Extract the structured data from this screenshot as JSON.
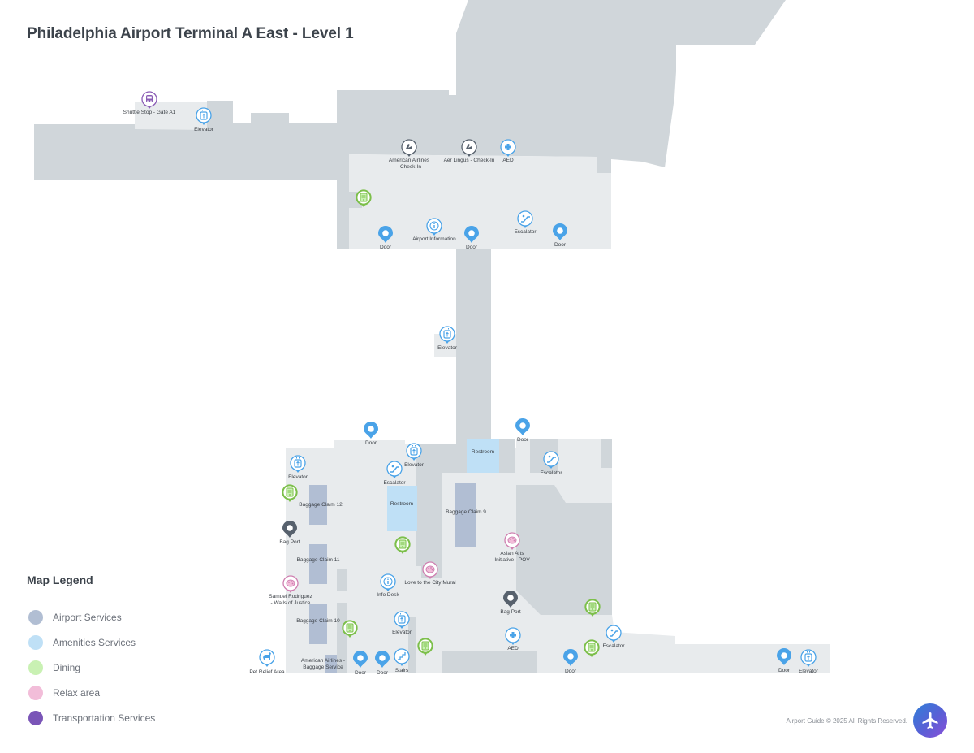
{
  "header": {
    "title": "Philadelphia Airport Terminal A East - Level 1"
  },
  "colors": {
    "corridor": "#d0d6da",
    "floor": "#e8ebed",
    "airport_services": "#b1bed3",
    "amenities": "#bfe0f6",
    "dining": "#c9f1b3",
    "relax": "#f2bdd9",
    "transport": "#7a55b7",
    "pin_blue": "#4aa3e8",
    "pin_dark": "#57616d",
    "pin_green": "#7cbf4a",
    "pin_pink": "#cf7fb0",
    "pin_purple": "#8a5cb5"
  },
  "areas": [
    {
      "id": "bc12",
      "label": "Baggage Claim 12",
      "category": "airport_services"
    },
    {
      "id": "bc11",
      "label": "Baggage Claim 11",
      "category": "airport_services"
    },
    {
      "id": "bc10",
      "label": "Baggage Claim 10",
      "category": "airport_services"
    },
    {
      "id": "bc9",
      "label": "Baggage Claim 9",
      "category": "airport_services"
    },
    {
      "id": "restroom1",
      "label": "Restroom",
      "category": "amenities"
    },
    {
      "id": "restroom2",
      "label": "Restroom",
      "category": "amenities"
    }
  ],
  "pois": [
    {
      "label": "Shuttle Stop - Gate A1",
      "icon": "bus-icon",
      "color": "purple"
    },
    {
      "label": "Elevator",
      "icon": "elevator-icon",
      "color": "blue"
    },
    {
      "label": "American Airlines",
      "label2": "- Check-In",
      "icon": "checkin-icon",
      "color": "dark"
    },
    {
      "label": "Aer Lingus - Check-In",
      "icon": "checkin-icon",
      "color": "dark"
    },
    {
      "label": "AED",
      "icon": "medical-cross-icon",
      "color": "blue"
    },
    {
      "label": "",
      "icon": "dining-icon",
      "color": "green"
    },
    {
      "label": "Door",
      "icon": "door-pin-icon",
      "color": "blue"
    },
    {
      "label": "Airport Information",
      "icon": "info-icon",
      "color": "blue"
    },
    {
      "label": "Door",
      "icon": "door-pin-icon",
      "color": "blue"
    },
    {
      "label": "Escalator",
      "icon": "escalator-icon",
      "color": "blue"
    },
    {
      "label": "Door",
      "icon": "door-pin-icon",
      "color": "blue"
    },
    {
      "label": "Elevator",
      "icon": "elevator-icon",
      "color": "blue"
    },
    {
      "label": "Door",
      "icon": "door-pin-icon",
      "color": "blue"
    },
    {
      "label": "Door",
      "icon": "door-pin-icon",
      "color": "blue"
    },
    {
      "label": "Elevator",
      "icon": "elevator-icon",
      "color": "blue"
    },
    {
      "label": "Elevator",
      "icon": "elevator-icon",
      "color": "blue"
    },
    {
      "label": "Escalator",
      "icon": "escalator-icon",
      "color": "blue"
    },
    {
      "label": "Escalator",
      "icon": "escalator-icon",
      "color": "blue"
    },
    {
      "label": "",
      "icon": "dining-icon",
      "color": "green"
    },
    {
      "label": "Bag Port",
      "icon": "bag-port-pin-icon",
      "color": "dark"
    },
    {
      "label": "",
      "icon": "dining-icon",
      "color": "green"
    },
    {
      "label": "Asian Arts",
      "label2": "Initiative - POV",
      "icon": "art-palette-icon",
      "color": "pink"
    },
    {
      "label": "Love to the City Mural",
      "icon": "art-palette-icon",
      "color": "pink"
    },
    {
      "label": "Samuel Rodriguez",
      "label2": "- Walls of Justice",
      "icon": "art-palette-icon",
      "color": "pink"
    },
    {
      "label": "Info Desk",
      "icon": "info-icon",
      "color": "blue"
    },
    {
      "label": "Bag Port",
      "icon": "bag-port-pin-icon",
      "color": "dark"
    },
    {
      "label": "",
      "icon": "dining-icon",
      "color": "green"
    },
    {
      "label": "Elevator",
      "icon": "elevator-icon",
      "color": "blue"
    },
    {
      "label": "",
      "icon": "dining-icon",
      "color": "green"
    },
    {
      "label": "AED",
      "icon": "medical-cross-icon",
      "color": "blue"
    },
    {
      "label": "Escalator",
      "icon": "escalator-icon",
      "color": "blue"
    },
    {
      "label": "",
      "icon": "dining-icon",
      "color": "green"
    },
    {
      "label": "",
      "icon": "dining-icon",
      "color": "green"
    },
    {
      "label": "Pet Relief Area",
      "icon": "pet-icon",
      "color": "blue"
    },
    {
      "label": "American Airlines -",
      "label2": "Baggage Service",
      "icon": "none",
      "color": "none"
    },
    {
      "label": "Door",
      "icon": "door-pin-icon",
      "color": "blue"
    },
    {
      "label": "Door",
      "icon": "door-pin-icon",
      "color": "blue"
    },
    {
      "label": "Stairs",
      "icon": "stairs-icon",
      "color": "blue"
    },
    {
      "label": "Door",
      "icon": "door-pin-icon",
      "color": "blue"
    },
    {
      "label": "Door",
      "icon": "door-pin-icon",
      "color": "blue"
    },
    {
      "label": "Elevator",
      "icon": "elevator-icon",
      "color": "blue"
    }
  ],
  "legend": {
    "title": "Map Legend",
    "items": [
      {
        "label": "Airport Services",
        "color": "#b1bed3"
      },
      {
        "label": "Amenities Services",
        "color": "#bfe0f6"
      },
      {
        "label": "Dining",
        "color": "#c9f1b3"
      },
      {
        "label": "Relax area",
        "color": "#f2bdd9"
      },
      {
        "label": "Transportation Services",
        "color": "#7a55b7"
      }
    ]
  },
  "footer": {
    "copyright": "Airport Guide © 2025 All Rights Reserved."
  },
  "fab": {
    "icon": "airplane-icon"
  }
}
